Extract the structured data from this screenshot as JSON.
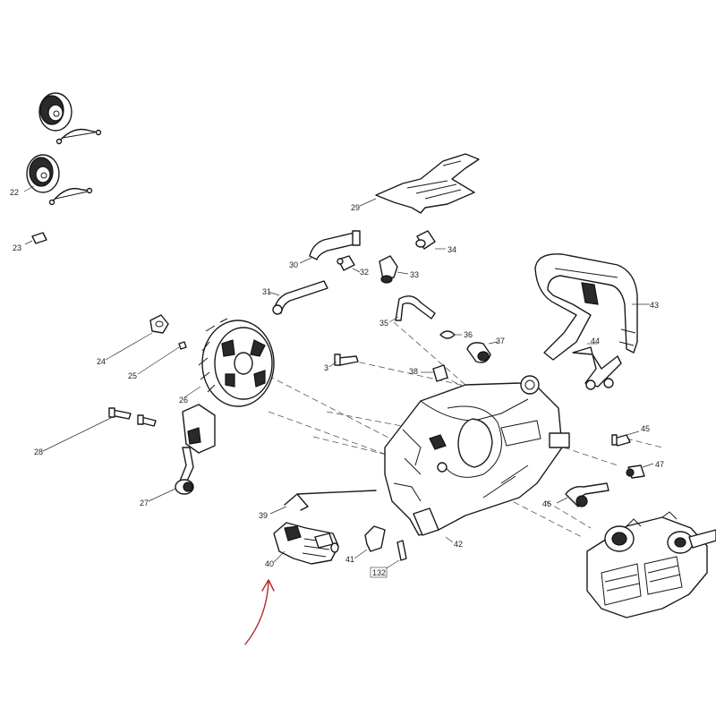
{
  "parts": {
    "p22": "22",
    "p23": "23",
    "p24": "24",
    "p25": "25",
    "p26": "26",
    "p27": "27",
    "p28": "28",
    "p29": "29",
    "p30": "30",
    "p31": "31",
    "p32": "32",
    "p33": "33",
    "p34": "34",
    "p35": "35",
    "p36": "36",
    "p37": "37",
    "p38": "38",
    "p3": "3",
    "p39": "39",
    "p40": "40",
    "p41": "41",
    "p42": "42",
    "p43": "43",
    "p44": "44",
    "p45": "45",
    "p46": "46",
    "p47": "47",
    "p132": "132"
  },
  "colors": {
    "line": "#1a1a1a",
    "arrow": "#b3262a",
    "background": "#ffffff"
  }
}
